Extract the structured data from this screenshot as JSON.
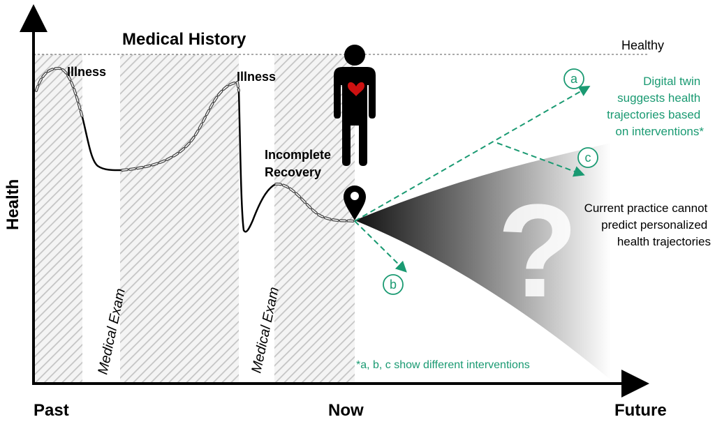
{
  "title": "Medical History",
  "y_axis_label": "Health",
  "x_axis_labels": {
    "past": "Past",
    "now": "Now",
    "future": "Future"
  },
  "healthy_label": "Healthy",
  "events": {
    "illness_1": "Illness",
    "illness_2": "Illness",
    "incomplete_recovery": [
      "Incomplete",
      "Recovery"
    ]
  },
  "exams": {
    "exam_1": "Medical Exam",
    "exam_2": "Medical Exam"
  },
  "digital_twin_text": [
    "Digital twin",
    "suggests health",
    "trajectories based",
    "on interventions*"
  ],
  "current_practice_text": [
    "Current practice cannot",
    "predict personalized",
    "health trajectories"
  ],
  "interventions": {
    "a": "a",
    "b": "b",
    "c": "c"
  },
  "footnote": "*a, b, c show different interventions",
  "question_mark": "?",
  "colors": {
    "green": "#1a9a72",
    "heart": "#cc1111",
    "hatch": "#c8c8c8"
  }
}
